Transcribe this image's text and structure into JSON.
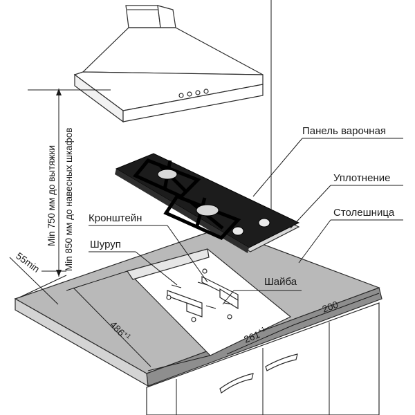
{
  "labels": {
    "hob": "Панель варочная",
    "seal": "Уплотнение",
    "countertop": "Столешница",
    "bracket": "Кронштейн",
    "screw": "Шуруп",
    "washer": "Шайба"
  },
  "dimensions": {
    "hood_clearance": "Min 750 мм до вытяжки",
    "cabinet_clearance": "Min 850 мм до навесных шкафов",
    "edge_gap": "55min",
    "cutout_depth": "486",
    "cutout_depth_tol": "+1",
    "cutout_width": "261",
    "cutout_width_tol": "+1",
    "side_gap": "200"
  },
  "colors": {
    "countertop": "#b9b9b9",
    "countertop_edge": "#8e8e8e",
    "hood": "#ffffff",
    "hob_glass": "#1c1c1c",
    "cabinet": "#ffffff",
    "cutout": "#ffffff"
  }
}
